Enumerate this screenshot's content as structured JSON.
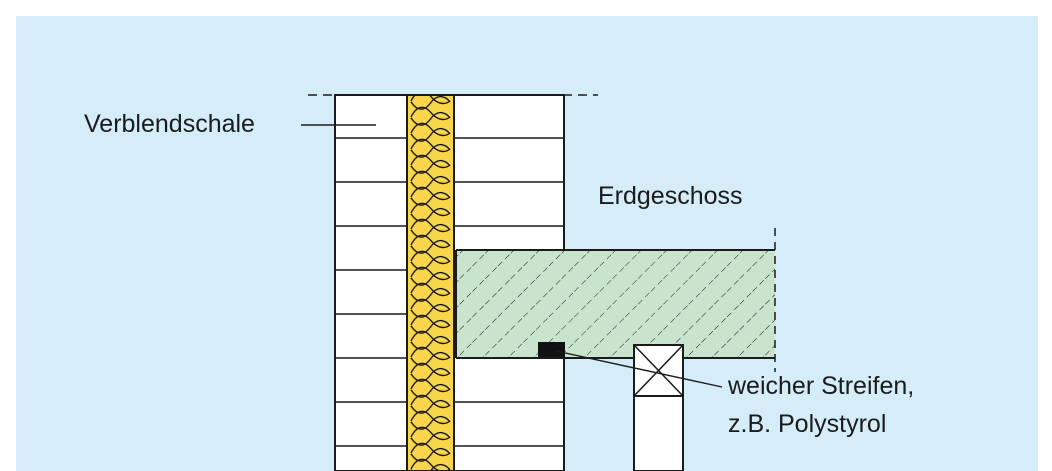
{
  "colors": {
    "background": "#d4edf8",
    "frame": "#ffffff",
    "insulation": "#f8d54a",
    "slab": "#c8e4cc",
    "line": "#1b1b1b",
    "strip": "#111111"
  },
  "icons": [
    "insulation-wave-pattern",
    "slab-hatching",
    "cross-braced-post"
  ],
  "labels": {
    "veneer": "Verblendschale",
    "ground_floor": "Erdgeschoss",
    "strip_line1": "weicher Streifen,",
    "strip_line2": "z.B. Polystyrol"
  }
}
